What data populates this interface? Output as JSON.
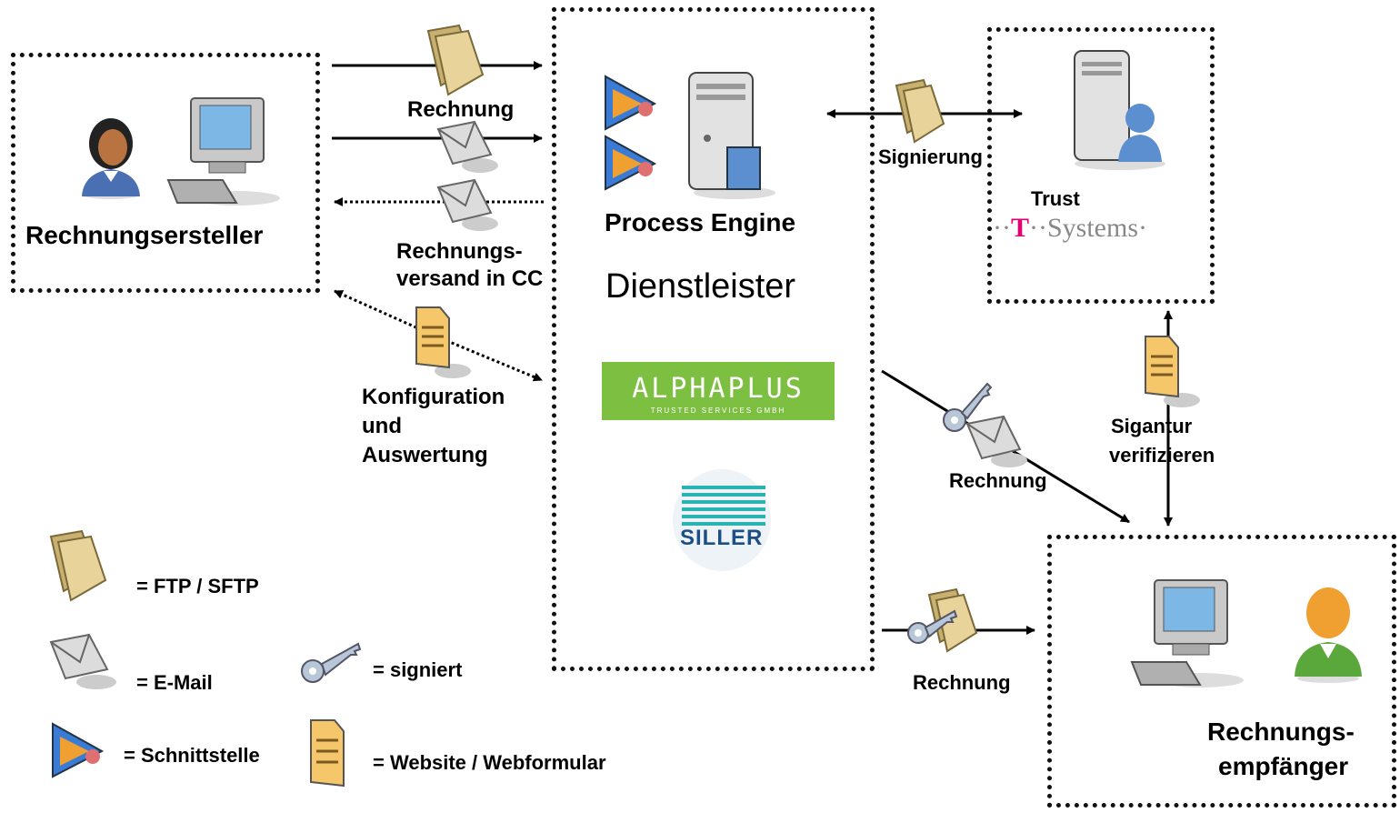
{
  "creator": {
    "label": "Rechnungsersteller"
  },
  "engine": {
    "title": "Process Engine",
    "provider": "Dienstleister"
  },
  "trust": {
    "label": "Trust",
    "logo_t": "T",
    "logo_text": "Systems"
  },
  "recipient": {
    "line1": "Rechnungs-",
    "line2": "empfänger"
  },
  "edges": {
    "invoice_ftp": "Rechnung",
    "invoice_cc_line1": "Rechnungs-",
    "invoice_cc_line2": "versand in CC",
    "config_line1": "Konfiguration",
    "config_line2": "und",
    "config_line3": "Auswertung",
    "signing": "Signierung",
    "verify_line1": "Sigantur",
    "verify_line2": "verifizieren",
    "invoice_signed_mail": "Rechnung",
    "invoice_signed_ftp": "Rechnung"
  },
  "legend": {
    "ftp": "= FTP / SFTP",
    "email": "= E-Mail",
    "signed": "= signiert",
    "interface": "= Schnittstelle",
    "website": "= Website / Webformular"
  },
  "logos": {
    "alphaplus_name": "ALPHAPLUS",
    "alphaplus_sub": "TRUSTED SERVICES GMBH",
    "siller": "SILLER"
  },
  "colors": {
    "folder": "#e8d49a",
    "envelope": "#dcdcdc",
    "document": "#f5c66a",
    "alphaplus_green": "#7cbf41",
    "tsystems_magenta": "#e20074"
  }
}
